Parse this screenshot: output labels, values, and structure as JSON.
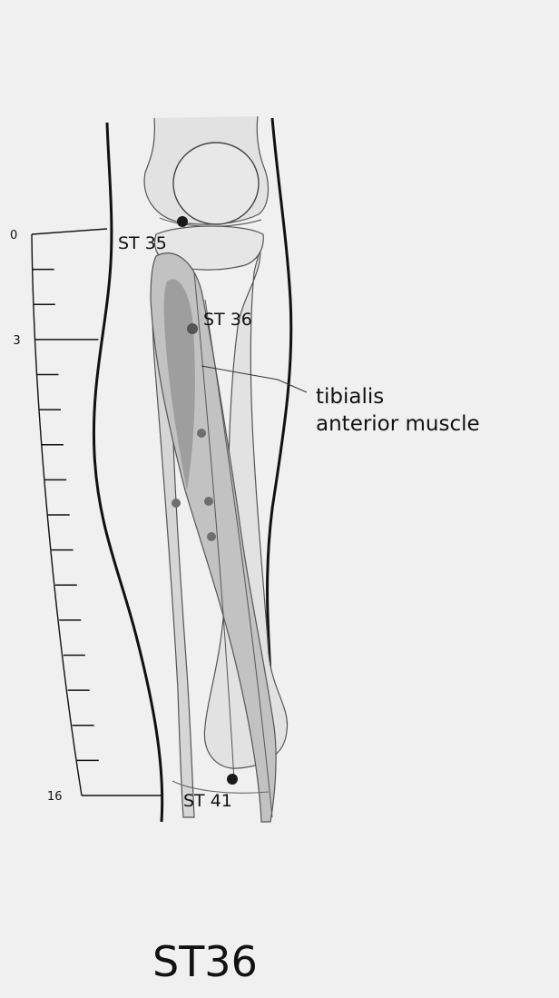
{
  "scale": {
    "ticks": [
      {
        "label": "0",
        "major": true
      },
      {
        "label": "",
        "major": false
      },
      {
        "label": "",
        "major": false
      },
      {
        "label": "3",
        "major": true
      },
      {
        "label": "",
        "major": false
      },
      {
        "label": "",
        "major": false
      },
      {
        "label": "",
        "major": false
      },
      {
        "label": "",
        "major": false
      },
      {
        "label": "",
        "major": false
      },
      {
        "label": "",
        "major": false
      },
      {
        "label": "",
        "major": false
      },
      {
        "label": "",
        "major": false
      },
      {
        "label": "",
        "major": false
      },
      {
        "label": "",
        "major": false
      },
      {
        "label": "",
        "major": false
      },
      {
        "label": "",
        "major": false
      },
      {
        "label": "16",
        "major": true
      }
    ]
  },
  "points": {
    "st35": "ST 35",
    "st36": "ST 36",
    "st41": "ST 41"
  },
  "muscle_label": {
    "line1": "tibialis",
    "line2": "anterior muscle"
  },
  "caption": "ST36",
  "colors": {
    "background": "#f0f0f0",
    "outline": "#111111",
    "bone": "#e2e2e2",
    "muscle": "#bdbdbd",
    "muscle_dark": "#9e9e9e",
    "point": "#1a1a1a",
    "minor_point": "#6e6e6e"
  }
}
